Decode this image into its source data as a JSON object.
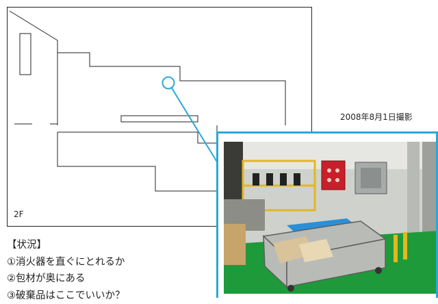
{
  "floorplan": {
    "floor_label": "2F"
  },
  "photo": {
    "date_caption": "2008年8月1日撮影"
  },
  "notes": {
    "heading": "【状況】",
    "items": [
      "①消火器を直ぐにとれるか",
      "②包材が奥にある",
      "③破棄品はここでいいか？"
    ]
  },
  "colors": {
    "highlight": "#2aa8d8",
    "floor_green": "#1f9a3a",
    "cart_blue": "#2b8fd6",
    "cabinet_red": "#c8202a"
  }
}
